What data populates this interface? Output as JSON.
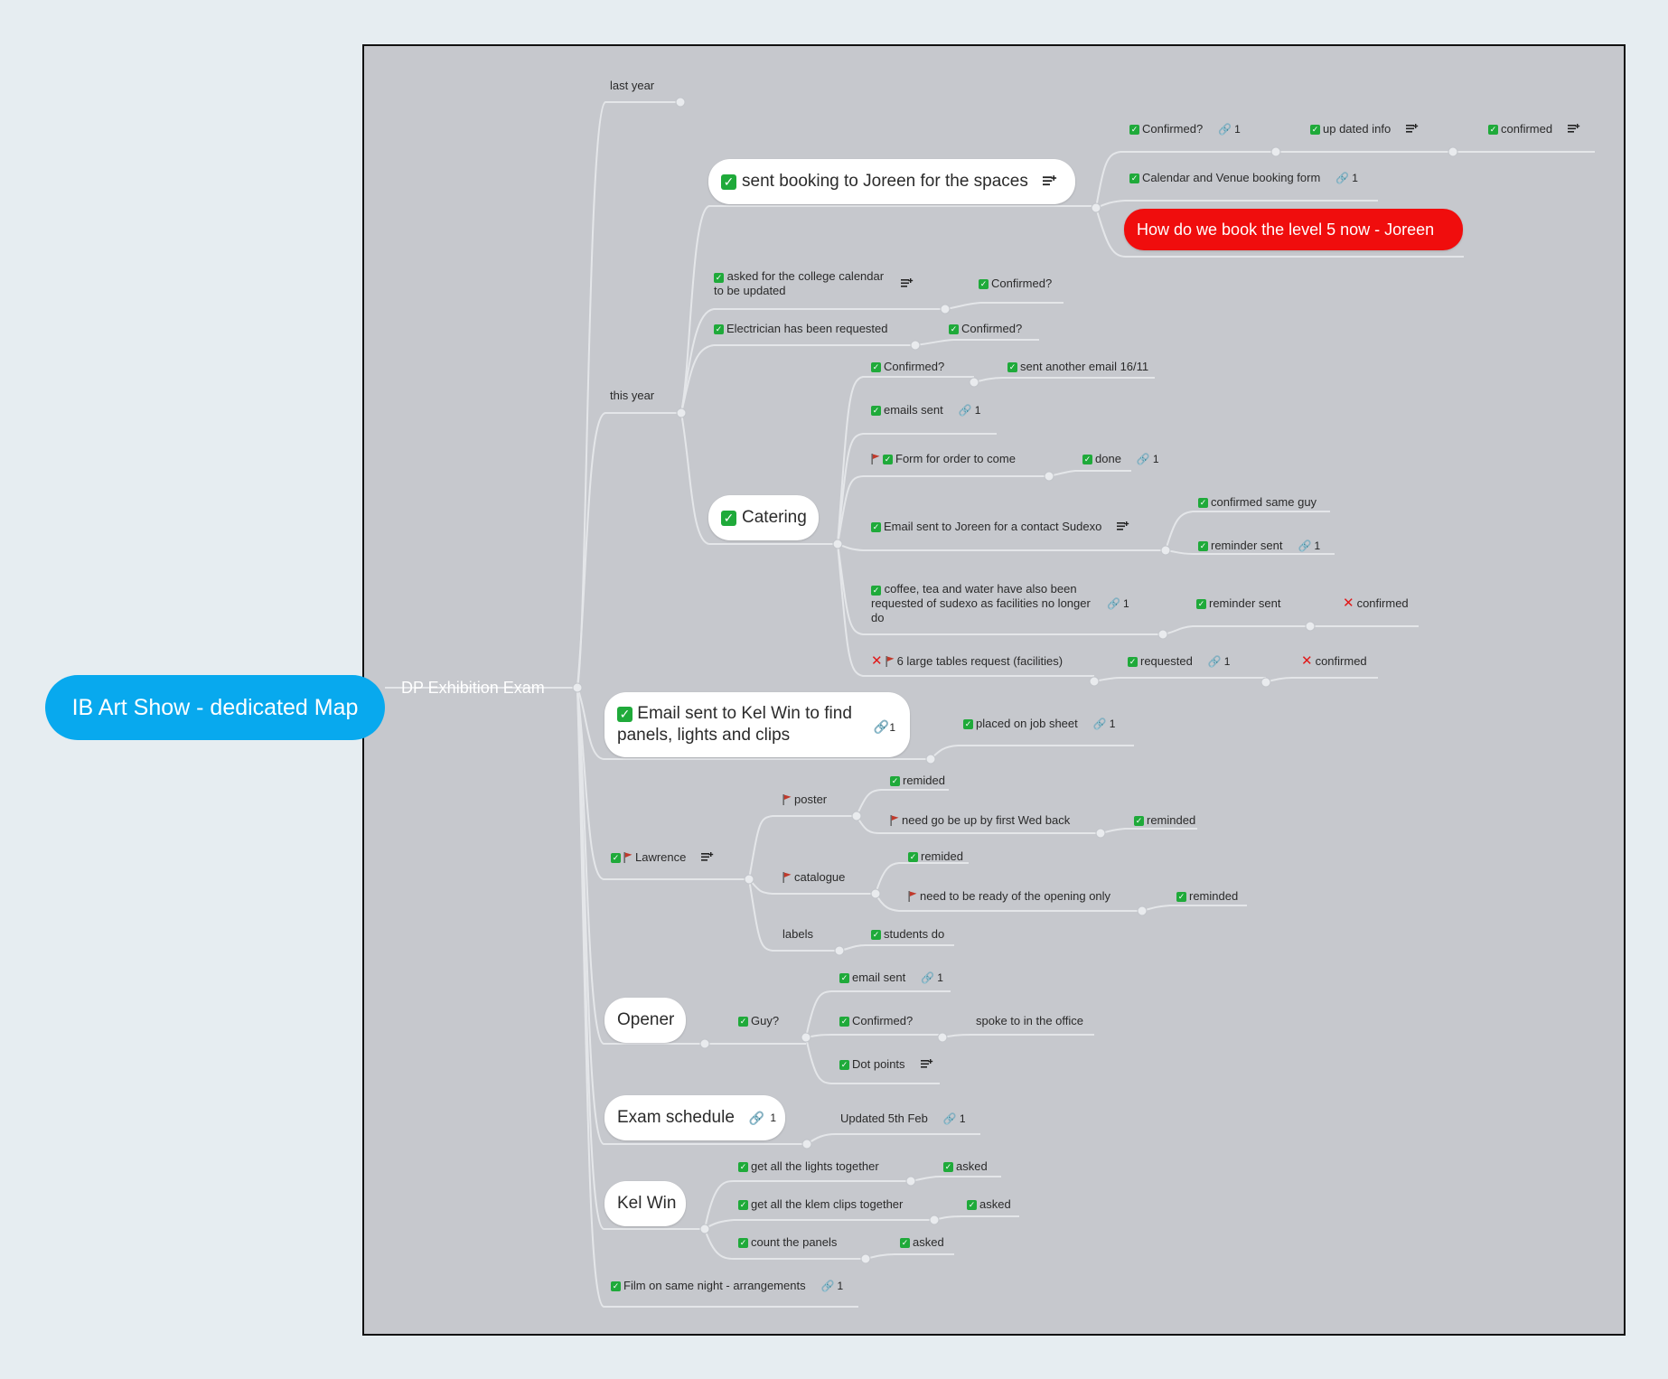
{
  "root": "IB Art Show - dedicated Map",
  "sub_root": "DP Exhibition Exam",
  "branches": {
    "last_year": "last year",
    "this_year": "this year",
    "sent_booking": "sent booking to Joreen for the spaces",
    "confirmed_q1": "Confirmed?",
    "link_count": "1",
    "up_dated_info": "up dated info",
    "confirmed_1": "confirmed",
    "calendar_venue": "Calendar and Venue booking form",
    "how_book": "How do we book the level 5 now - Joreen",
    "asked_calendar": "asked for the college calendar to be updated",
    "confirmed_q2": "Confirmed?",
    "electrician": "Electrician has been requested",
    "confirmed_q3": "Confirmed?",
    "catering": "Catering",
    "confirmed_q4": "Confirmed?",
    "sent_another": "sent another email 16/11",
    "emails_sent": "emails sent",
    "form_order": "Form for order to come",
    "done": "done",
    "email_joreen": "Email sent to Joreen for a contact Sudexo",
    "confirmed_same_guy": "confirmed same guy",
    "reminder_sent_1": "reminder sent",
    "coffee_tea": "coffee, tea and water have also been requested of sudexo as facilities no longer do",
    "reminder_sent_2": "reminder sent",
    "confirmed_x1": "confirmed",
    "large_tables": "6 large tables request (facilities)",
    "requested": "requested",
    "confirmed_x2": "confirmed",
    "email_kelwin": "Email sent to Kel Win to find panels, lights and clips",
    "placed_job_sheet": "placed on job sheet",
    "lawrence": "Lawrence",
    "poster": "poster",
    "remided_1": "remided",
    "need_go_up": "need go be up by first Wed back",
    "reminded_1": "reminded",
    "catalogue": "catalogue",
    "remided_2": "remided",
    "need_ready": "need to be ready of the opening only",
    "reminded_2": "reminded",
    "labels": "labels",
    "students_do": "students do",
    "opener": "Opener",
    "guy": "Guy?",
    "email_sent": "email sent",
    "confirmed_q5": "Confirmed?",
    "spoke_office": "spoke to in the office",
    "dot_points": "Dot points",
    "exam_schedule": "Exam schedule",
    "updated_5feb": "Updated 5th Feb",
    "kel_win": "Kel Win",
    "get_lights": "get all the lights together",
    "asked_1": "asked",
    "get_klem": "get all the klem clips together",
    "asked_2": "asked",
    "count_panels": "count the panels",
    "asked_3": "asked",
    "film_night": "Film on same night - arrangements"
  },
  "colors": {
    "root_bg": "#08a9ee",
    "canvas_bg": "#c6c8cd",
    "check_green": "#1faa3a",
    "alert_red": "#f00d0d",
    "flag_red": "#c0392b"
  },
  "icons": [
    "check-icon",
    "link-icon",
    "notes-icon",
    "flag-icon",
    "cross-icon"
  ]
}
